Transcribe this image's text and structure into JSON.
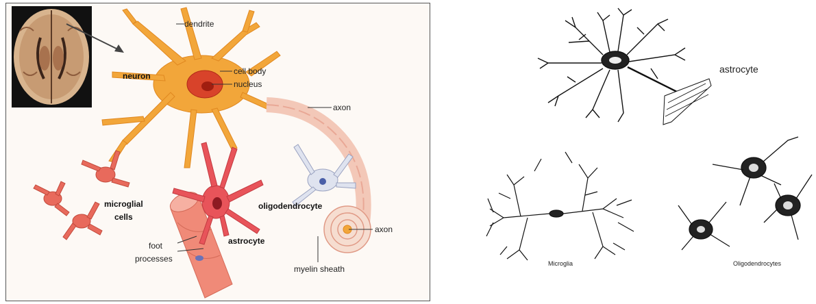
{
  "left_diagram": {
    "labels": {
      "dendrite": "dendrite",
      "neuron": "neuron",
      "cell_body": "cell body",
      "nucleus": "nucleus",
      "axon_top": "axon",
      "microglial_line1": "microglial",
      "microglial_line2": "cells",
      "oligodendrocyte": "oligodendrocyte",
      "axon_bottom": "axon",
      "foot_line1": "foot",
      "foot_line2": "processes",
      "astrocyte": "astrocyte",
      "myelin_sheath": "myelin sheath"
    },
    "colors": {
      "neuron": "#f2a63a",
      "astrocyte": "#e8545a",
      "microglia": "#e86a5c",
      "vessel": "#f08a78",
      "myelin": "#f3c8b8"
    }
  },
  "right_diagram": {
    "labels": {
      "astrocyte": "astrocyte",
      "microglia": "Microglia",
      "oligodendrocytes": "Oligodendrocytes"
    }
  }
}
